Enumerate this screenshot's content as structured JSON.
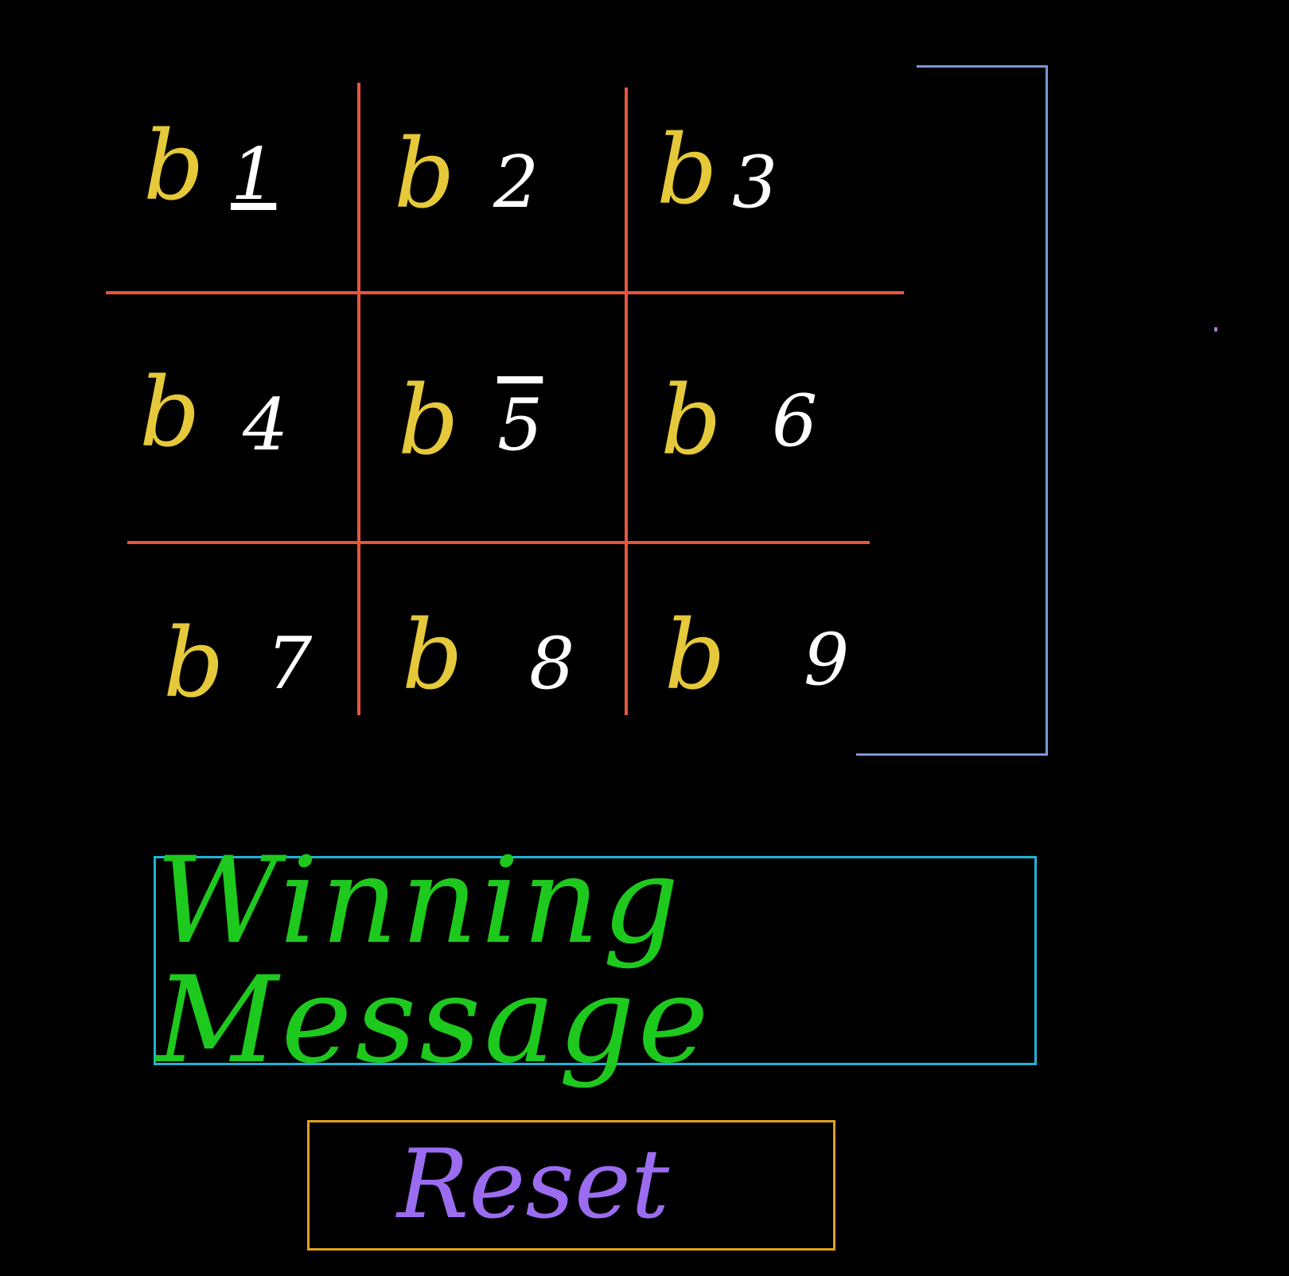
{
  "board": {
    "cells": [
      {
        "letter": "b",
        "number": "1"
      },
      {
        "letter": "b",
        "number": "2"
      },
      {
        "letter": "b",
        "number": "3"
      },
      {
        "letter": "b",
        "number": "4"
      },
      {
        "letter": "b",
        "number": "5"
      },
      {
        "letter": "b",
        "number": "6"
      },
      {
        "letter": "b",
        "number": "7"
      },
      {
        "letter": "b",
        "number": "8"
      },
      {
        "letter": "b",
        "number": "9"
      }
    ]
  },
  "message": {
    "text": "Winning Message"
  },
  "reset": {
    "label": "Reset"
  },
  "colors": {
    "background": "#000000",
    "grid": "#e8553e",
    "cell_letter": "#e6c93a",
    "cell_number": "#ffffff",
    "bracket": "#7a95d8",
    "message_border": "#1fb3d6",
    "message_text": "#1ec91e",
    "reset_border": "#e1a11c",
    "reset_text": "#9b6cf0"
  }
}
